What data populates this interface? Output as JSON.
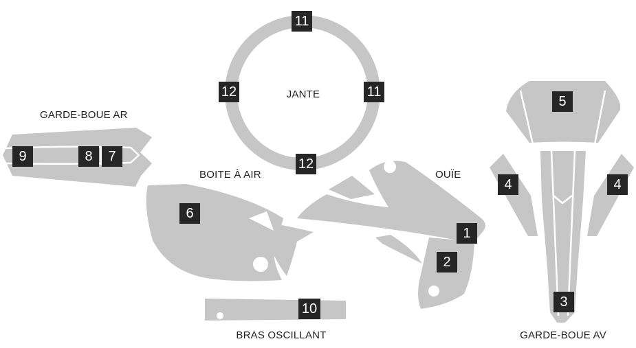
{
  "labels": {
    "jante": "JANTE",
    "garde_boue_ar": "GARDE-BOUE AR",
    "boite_a_air": "BOITE À AIR",
    "ouie": "OUÏE",
    "bras_oscillant": "BRAS OSCILLANT",
    "garde_boue_av": "GARDE-BOUE AV"
  },
  "badges": {
    "rim_top": "11",
    "rim_right": "11",
    "rim_left": "12",
    "rim_bottom": "12",
    "rear_fender_9": "9",
    "rear_fender_8": "8",
    "rear_fender_7": "7",
    "airbox_6": "6",
    "shroud_1": "1",
    "shroud_2": "2",
    "swingarm_10": "10",
    "plate_5": "5",
    "fork_left_4": "4",
    "fork_right_4": "4",
    "front_fender_3": "3"
  },
  "colors": {
    "part_fill": "#c6c6c6",
    "badge_fill": "#262626",
    "badge_text": "#ffffff",
    "label_text": "#1f1f1f"
  }
}
